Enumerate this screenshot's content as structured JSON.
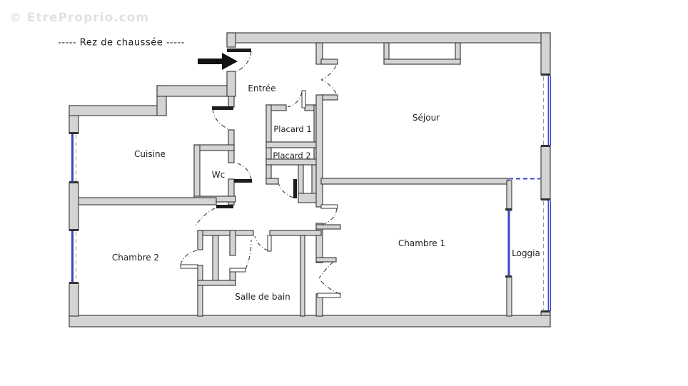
{
  "watermark": "© EtreProprio.com",
  "title": "-----  Rez de chaussée  -----",
  "rooms": [
    {
      "id": "entree",
      "label": "Entrée"
    },
    {
      "id": "sejour",
      "label": "Séjour"
    },
    {
      "id": "cuisine",
      "label": "Cuisine"
    },
    {
      "id": "wc",
      "label": "Wc"
    },
    {
      "id": "placard-1",
      "label": "Placard 1"
    },
    {
      "id": "placard-2",
      "label": "Placard 2"
    },
    {
      "id": "chambre-2",
      "label": "Chambre 2"
    },
    {
      "id": "chambre-1",
      "label": "Chambre 1"
    },
    {
      "id": "salle-de-bain",
      "label": "Salle de bain"
    },
    {
      "id": "loggia",
      "label": "Loggia"
    }
  ],
  "colors": {
    "wall_fill": "#d4d4d4",
    "wall_edge": "#333333",
    "window_blue": "#3c45c8",
    "arc_color": "#3f3f3f",
    "centerline": "#9a9a9a",
    "text_color": "#1f1f1f",
    "watermark": "#e1e1e1",
    "arrow": "#111111"
  }
}
